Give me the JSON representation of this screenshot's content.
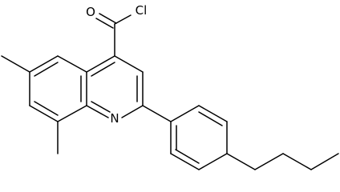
{
  "atoms": {
    "oxygen": "O",
    "chlorine": "Cl",
    "nitrogen": "N"
  },
  "colors": {
    "bond": "#000000",
    "background": "#ffffff"
  }
}
